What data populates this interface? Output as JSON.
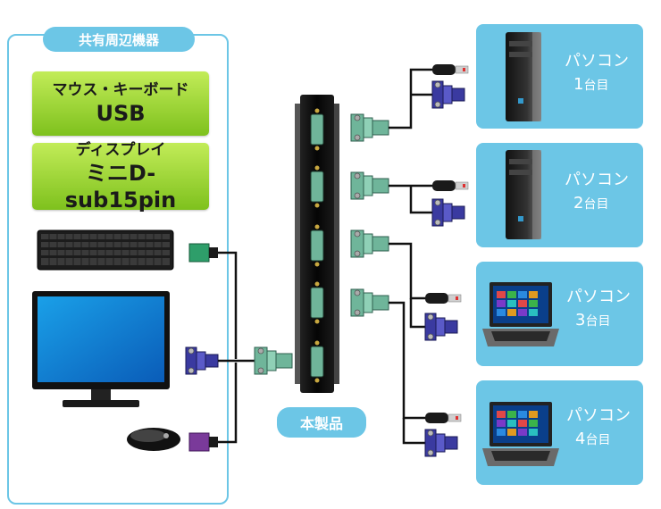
{
  "peripherals": {
    "title": "共有周辺機器",
    "usb_line1": "マウス・キーボード",
    "usb_line2": "USB",
    "display_line1": "ディスプレイ",
    "display_line2": "ミニD-sub15pin"
  },
  "product": {
    "label": "本製品"
  },
  "computers": [
    {
      "line1": "パソコン",
      "num": "1",
      "unit": "台目"
    },
    {
      "line1": "パソコン",
      "num": "2",
      "unit": "台目"
    },
    {
      "line1": "パソコン",
      "num": "3",
      "unit": "台目"
    },
    {
      "line1": "パソコン",
      "num": "4",
      "unit": "台目"
    }
  ],
  "colors": {
    "accent": "#6cc6e6",
    "label_green": "#8fd12b",
    "vga_blue": "#3a3aa0",
    "kvm_connector": "#6fb59a",
    "usb_green": "#2e9e6a",
    "usb_purple": "#7a3a9a"
  }
}
